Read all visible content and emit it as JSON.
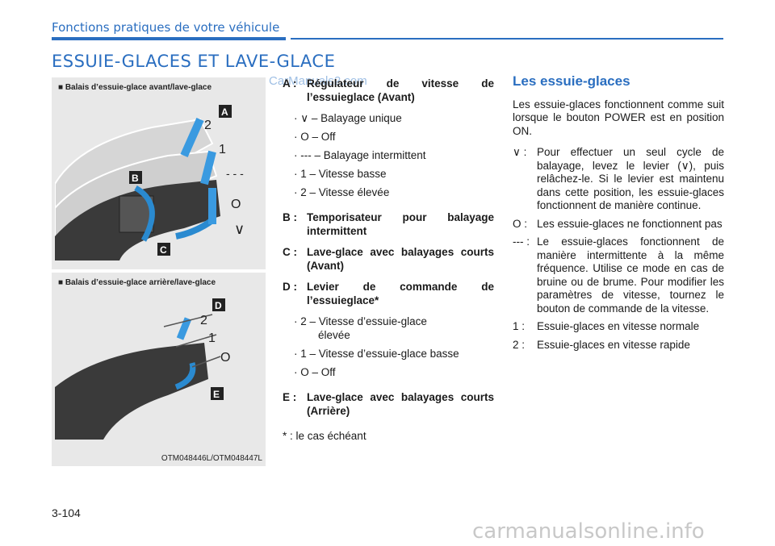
{
  "header": {
    "title": "Fonctions pratiques de votre véhicule"
  },
  "section_title": "ESSUIE-GLACES ET LAVE-GLACE",
  "watermark_top": "CarManuals2.com",
  "figures": [
    {
      "label": "■ Balais d’essuie-glace avant/lave-glace",
      "markers": [
        "A",
        "B",
        "C"
      ],
      "numbers": [
        "2",
        "1",
        "- - -",
        "O",
        "∨"
      ]
    },
    {
      "label": "■ Balais d’essuie-glace arrière/lave-glace",
      "markers": [
        "D",
        "E"
      ],
      "numbers": [
        "2",
        "1",
        "O"
      ]
    }
  ],
  "figure_code": "OTM048446L/OTM048447L",
  "definitions": {
    "a_key": "A :",
    "a_text": "Régulateur de vitesse de l’essuieglace (Avant)",
    "a_sub": [
      "· ∨ – Balayage unique",
      "· O – Off",
      "· --- – Balayage intermittent",
      "· 1 – Vitesse basse",
      "· 2 – Vitesse élevée"
    ],
    "b_key": "B :",
    "b_text": "Temporisateur pour balayage intermittent",
    "c_key": "C :",
    "c_text": "Lave-glace avec balayages courts (Avant)",
    "d_key": "D :",
    "d_text": "Levier de commande de l’essuieglace*",
    "d_sub1_a": "· 2 – Vitesse d’essuie-glace",
    "d_sub1_b": "élevée",
    "d_sub2": "· 1 – Vitesse d’essuie-glace basse",
    "d_sub3": "· O – Off",
    "e_key": "E :",
    "e_text": "Lave-glace avec balayages courts (Arrière)",
    "footnote": "* : le cas échéant"
  },
  "right": {
    "title": "Les essuie-glaces",
    "intro": "Les essuie-glaces fonctionnent comme suit lorsque le bouton POWER est en position ON.",
    "items": [
      {
        "key": "∨ :",
        "text": "Pour effectuer un seul cycle de balayage, levez le levier (∨), puis relâchez-le. Si le levier est maintenu dans cette position, les essuie-glaces fonctionnent de manière continue."
      },
      {
        "key": "O :",
        "text": "Les essuie-glaces ne fonctionnent pas"
      },
      {
        "key": "--- :",
        "text": "Le essuie-glaces fonctionnent de manière intermittente à la même fréquence. Utilise ce mode en cas de bruine ou de brume. Pour modifier les paramètres de vitesse, tournez le bouton de commande de la vitesse."
      },
      {
        "key": "1 :",
        "text": "Essuie-glaces en vitesse normale"
      },
      {
        "key": "2 :",
        "text": "Essuie-glaces en vitesse rapide"
      }
    ]
  },
  "page_number": "3-104",
  "watermark_bottom": "carmanualsonline.info"
}
